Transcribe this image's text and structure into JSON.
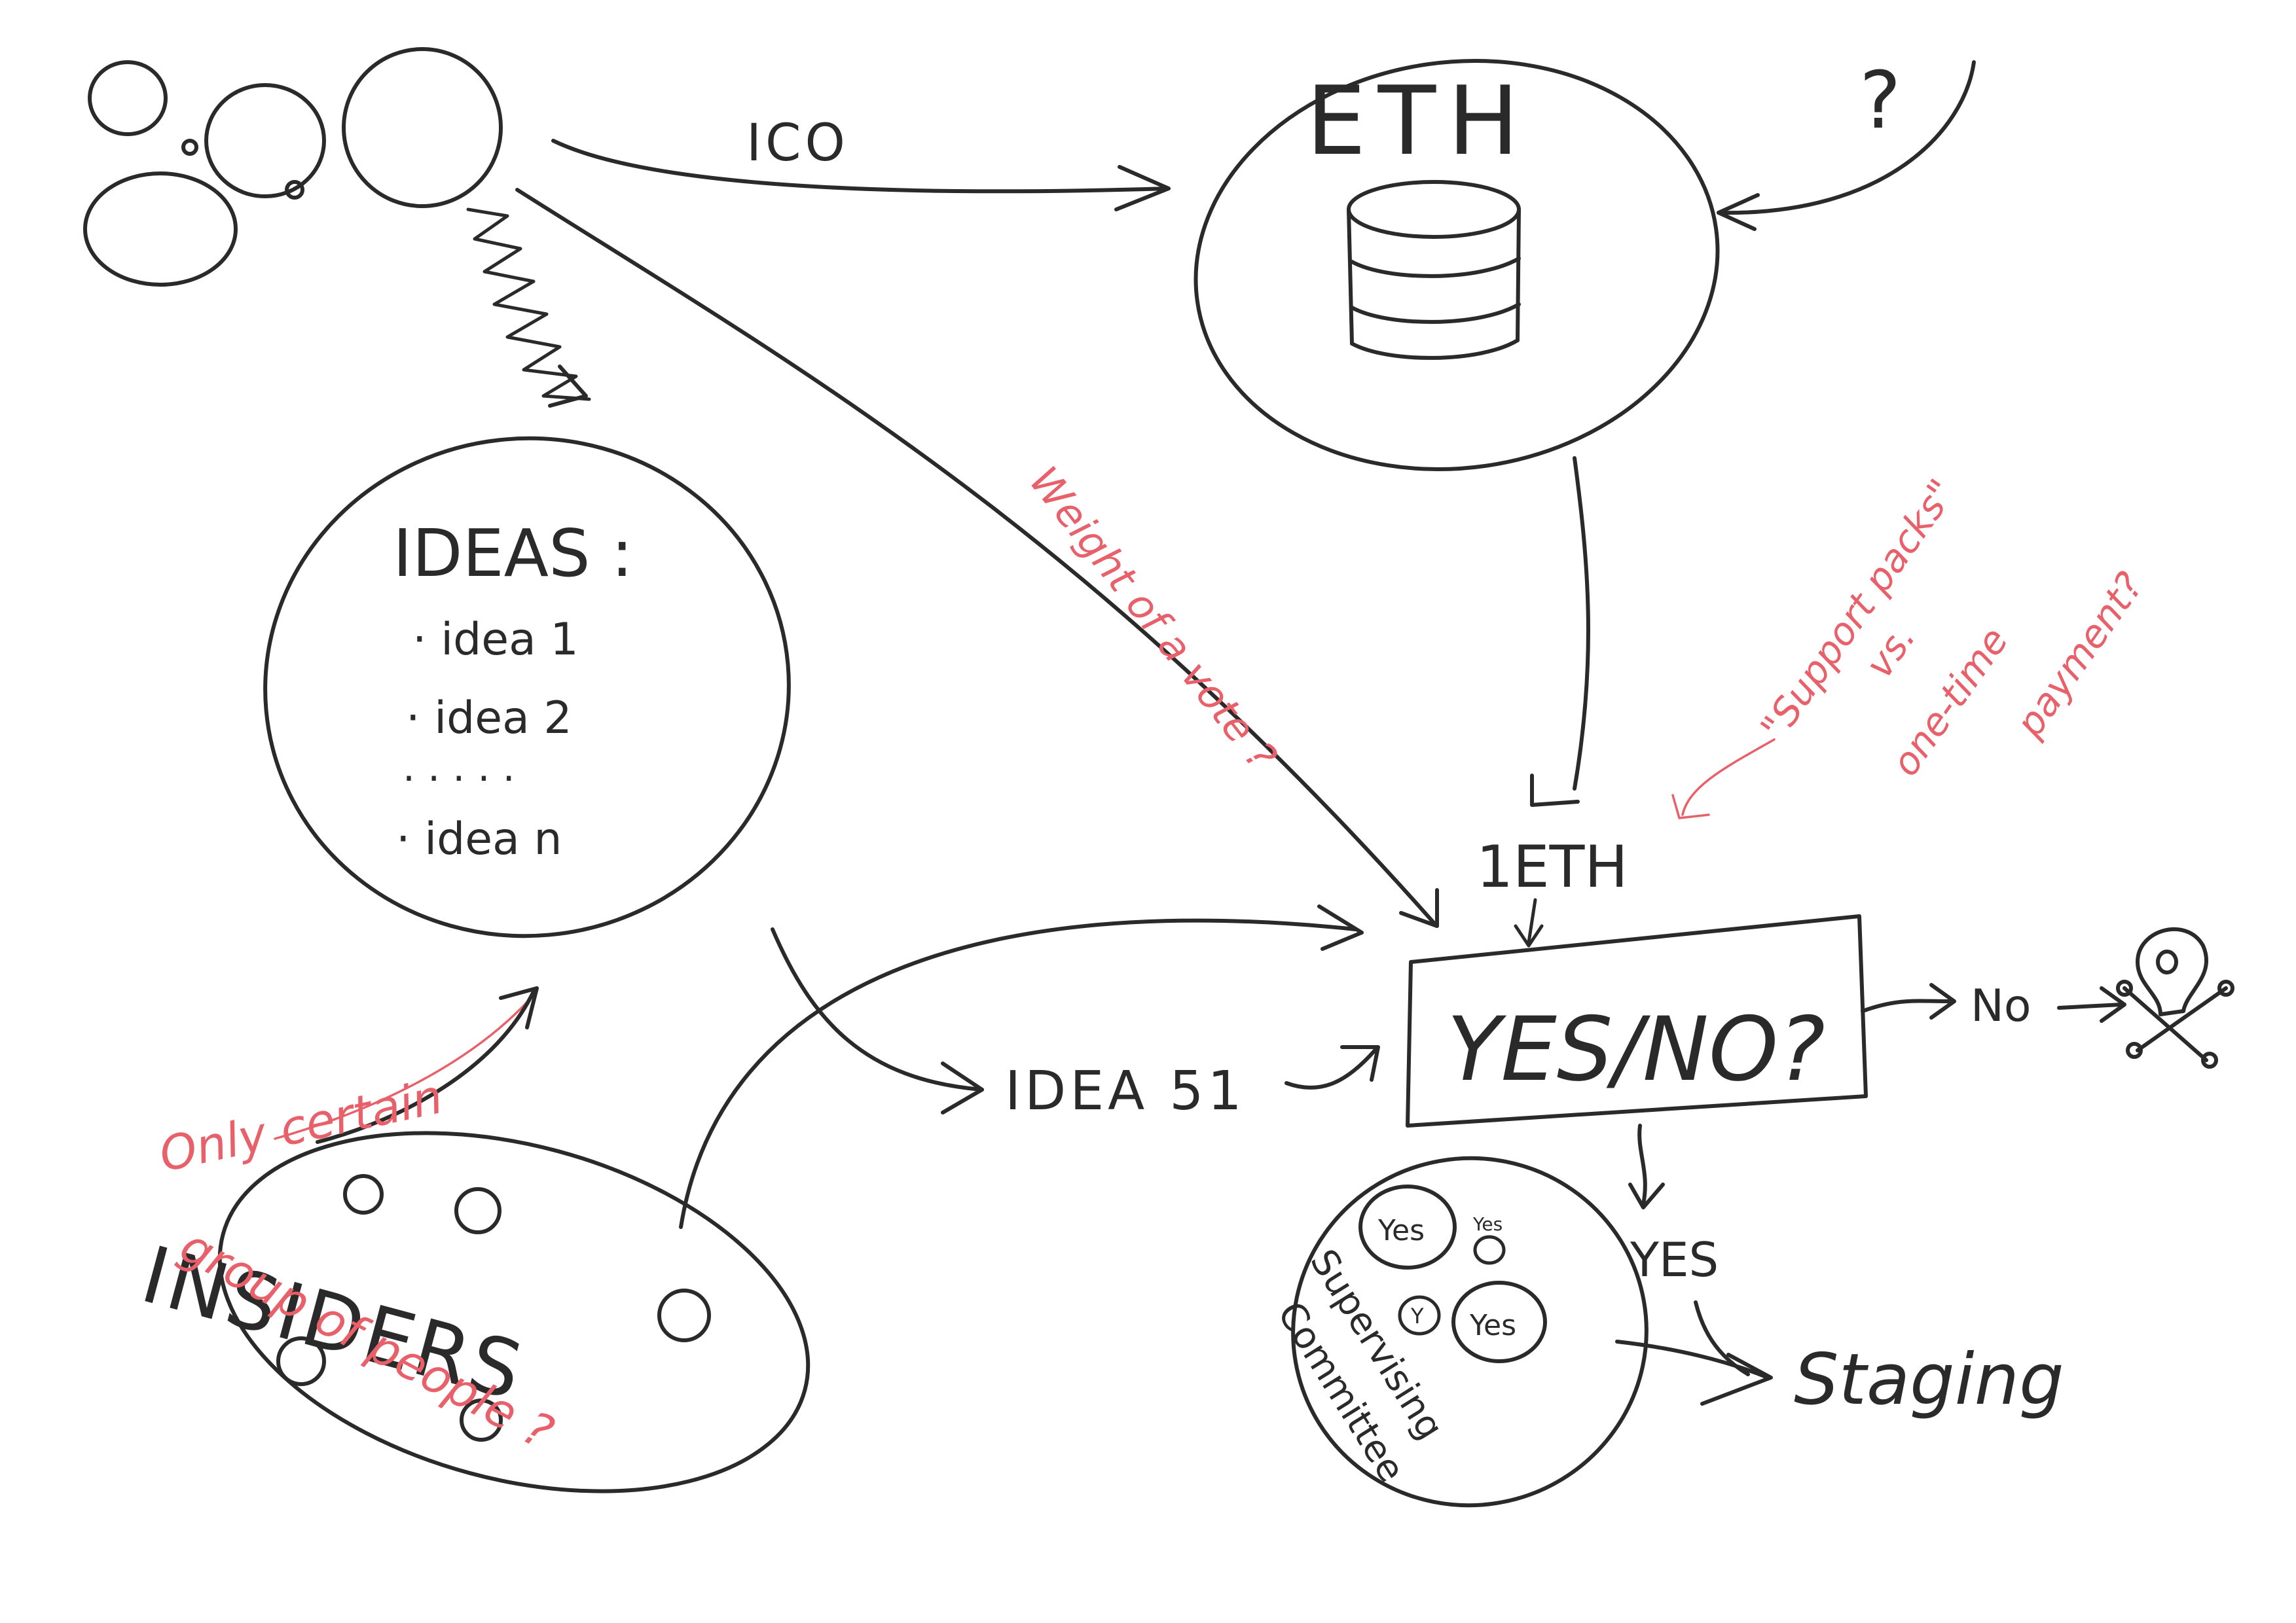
{
  "diagram": {
    "labels": {
      "ico": "ICO",
      "eth": "ETH",
      "question_mark": "?",
      "ideas_title": "IDEAS :",
      "idea_1": "· idea 1",
      "idea_2": "· idea 2",
      "idea_dots": "· · · · ·",
      "idea_n": "· idea n",
      "idea_51": "IDEA 51",
      "one_eth": "1ETH",
      "yes_no": "YES/NO?",
      "no": "No",
      "yes": "YES",
      "staging": "Staging",
      "insiders": "INSIDERS",
      "yes_vote_1": "Yes",
      "yes_vote_2": "Yes",
      "yes_vote_3": "Yes",
      "yes_vote_small": "Y",
      "supervising": "Supervising",
      "committee": "Committee"
    },
    "annotations": {
      "weight_of_vote": "Weight of a vote ?",
      "support_packs_line1": "\"Support packs\"",
      "support_packs_line2": "vs.",
      "support_packs_line3": "one-time",
      "support_packs_line4": "payment?",
      "only_certain_line1": "Only certain",
      "only_certain_line2": "group of people ?"
    },
    "colors": {
      "ink": "#2a2a2a",
      "annotation": "#e8606a",
      "background": "#ffffff"
    }
  }
}
